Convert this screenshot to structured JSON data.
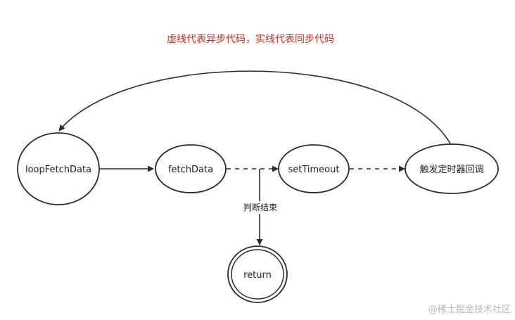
{
  "title": "虚线代表异步代码，实线代表同步代码",
  "colors": {
    "title": "#e1251b",
    "stroke": "#2b2b2b",
    "watermark": "#b8b8b8"
  },
  "nodes": {
    "loop_fetch_data": "loopFetchData",
    "fetch_data": "fetchData",
    "set_timeout": "setTimeout",
    "timer_callback": "触发定时器回调",
    "return": "return"
  },
  "edge_labels": {
    "judge_end": "判断结束"
  },
  "watermark": "@稀土掘金技术社区"
}
